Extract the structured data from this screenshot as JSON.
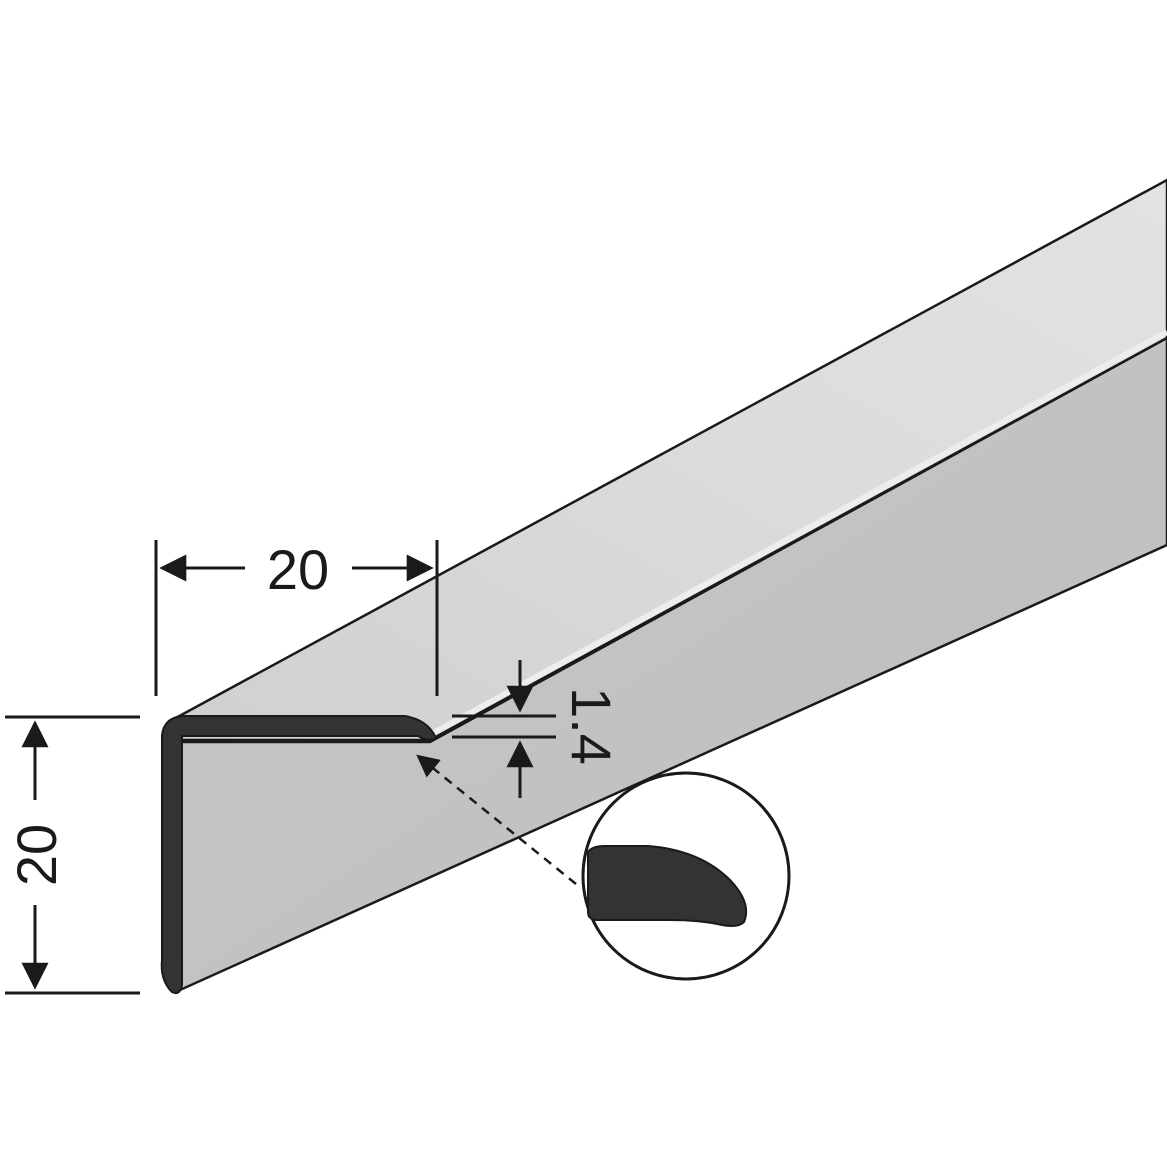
{
  "dimensions": {
    "width": "20",
    "height": "20",
    "thickness": "1.4"
  },
  "colors": {
    "outline": "#1a1a1a",
    "profile_section": "#333333",
    "top_face": "#d6d6d6",
    "top_face_highlight": "#e6e6e6",
    "front_face": "#c4c4c4",
    "front_face_shadow": "#b4b4b4",
    "background": "#ffffff"
  }
}
